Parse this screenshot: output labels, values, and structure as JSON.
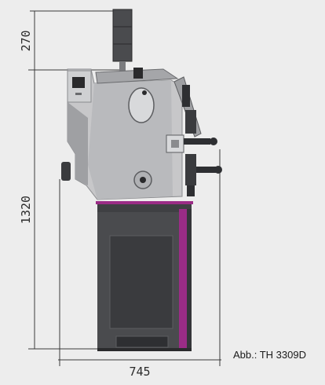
{
  "dimensions": {
    "height_top": "270",
    "height_main": "1320",
    "width_base": "745"
  },
  "caption": "Abb.: TH 3309D",
  "colors": {
    "background": "#ededed",
    "machine_body": "#c7c7c9",
    "machine_shadow": "#9fa0a3",
    "stand": "#3f4043",
    "accent_magenta": "#9b2c86",
    "dimension_line": "#3a3a3a"
  }
}
